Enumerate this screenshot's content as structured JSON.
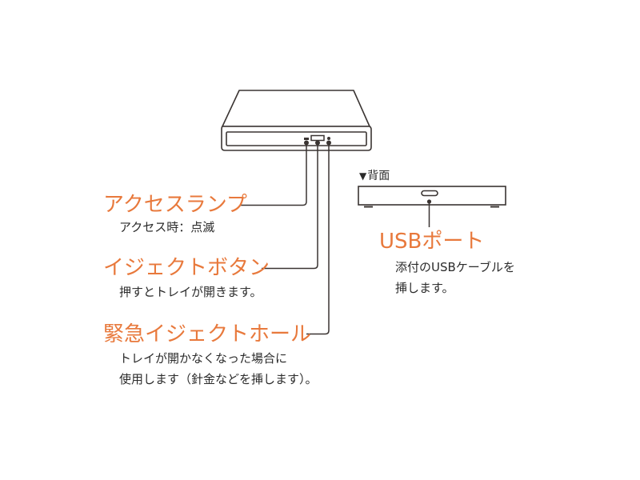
{
  "colors": {
    "accent": "#E8793C",
    "text": "#2b2b2b",
    "line": "#3a3432",
    "background": "#ffffff"
  },
  "front_view": {
    "callouts": [
      {
        "title": "アクセスランプ",
        "description_lines": [
          "アクセス時：点滅"
        ]
      },
      {
        "title": "イジェクトボタン",
        "description_lines": [
          "押すとトレイが開きます。"
        ]
      },
      {
        "title": "緊急イジェクトホール",
        "description_lines": [
          "トレイが開かなくなった場合に",
          "使用します（針金などを挿します）。"
        ]
      }
    ]
  },
  "rear_view": {
    "label_marker": "▼",
    "label": "背面",
    "callout": {
      "title": "USBポート",
      "description_lines": [
        "添付のUSBケーブルを",
        "挿します。"
      ]
    }
  }
}
